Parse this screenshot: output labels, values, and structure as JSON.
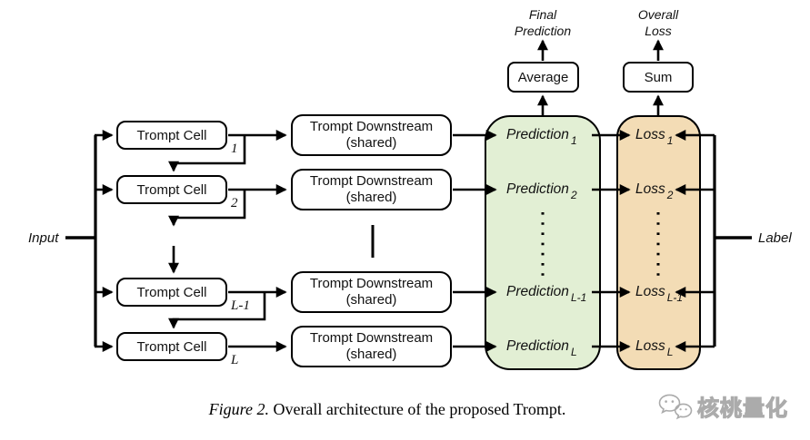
{
  "figure": {
    "caption": {
      "prefix": "Figure 2.",
      "text": "Overall architecture of the proposed Trompt."
    }
  },
  "io_labels": {
    "input": "Input",
    "label": "Label"
  },
  "outputs": {
    "final_prediction": {
      "line1": "Final",
      "line2": "Prediction"
    },
    "overall_loss": {
      "line1": "Overall",
      "line2": "Loss"
    }
  },
  "aggregators": {
    "average": "Average",
    "sum": "Sum"
  },
  "blocks": {
    "cell_label": "Trompt Cell",
    "downstream_line1": "Trompt Downstream",
    "downstream_line2": "(shared)",
    "prediction_label": "Prediction",
    "loss_label": "Loss"
  },
  "rows": [
    {
      "index": "1"
    },
    {
      "index": "2"
    },
    {
      "index": "L-1"
    },
    {
      "index": "L"
    }
  ],
  "watermark": {
    "text": "核桃量化"
  },
  "colors": {
    "prediction_panel": "#e2efd4",
    "loss_panel": "#f3dcb5",
    "stroke": "#000000"
  }
}
